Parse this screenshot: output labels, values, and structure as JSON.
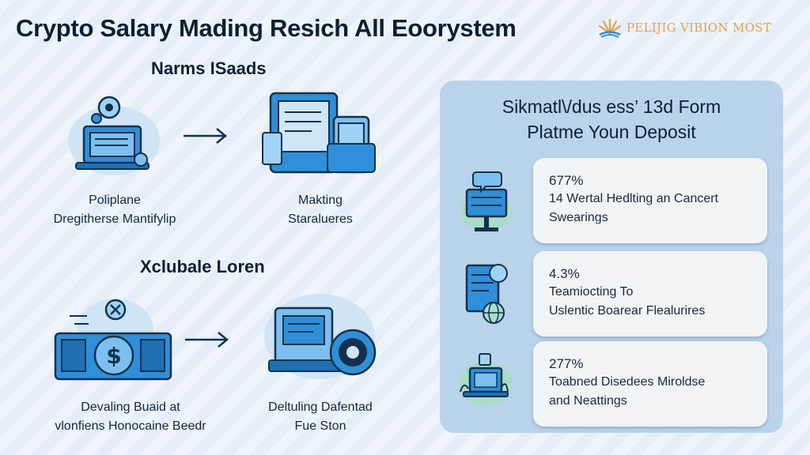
{
  "title": "Crypto Salary Mading Resich All Eoorystem",
  "brand": {
    "name": "PELIJIG VIBION MOST",
    "icon": "sunburst-logo-icon"
  },
  "colors": {
    "accent": "#2f8fd8",
    "brand": "#e1a24a",
    "panel": "#b9d3eb",
    "card": "#f1f3f5"
  },
  "section_top": {
    "heading": "Narms ISaads",
    "steps": [
      {
        "icon": "laptop-gear-icon",
        "label_line1": "Poliplane",
        "label_line2": "Dregitherse Mantifylip"
      },
      {
        "icon": "document-folder-icon",
        "label_line1": "Makting",
        "label_line2": "Staralueres"
      }
    ]
  },
  "section_bottom": {
    "heading": "Xclubale Loren",
    "steps": [
      {
        "icon": "dollar-briefcase-icon",
        "label_line1": "Devaling Buaid at",
        "label_line2": "vlonfiens Honocaine Beedr"
      },
      {
        "icon": "truck-coin-icon",
        "label_line1": "Deltuling Dafentad",
        "label_line2": "Fue Ston"
      }
    ]
  },
  "panel": {
    "title_line1": "Sikmatl\\/dus ess’ 13d Form",
    "title_line2": "Platme Youn Deposit",
    "cards": [
      {
        "stat": "677%",
        "line1": "14 Wertal Hedlting an Cancert",
        "line2": "Swearings",
        "icon": "monitor-chat-icon"
      },
      {
        "stat": "4.3%",
        "line1": "Teamiocting To",
        "line2": "Uslentic Boarear Flealurires",
        "icon": "document-globe-icon"
      },
      {
        "stat": "277%",
        "line1": "Toabned Disedees Miroldse",
        "line2": "and Neattings",
        "icon": "laptop-plant-icon"
      }
    ]
  }
}
